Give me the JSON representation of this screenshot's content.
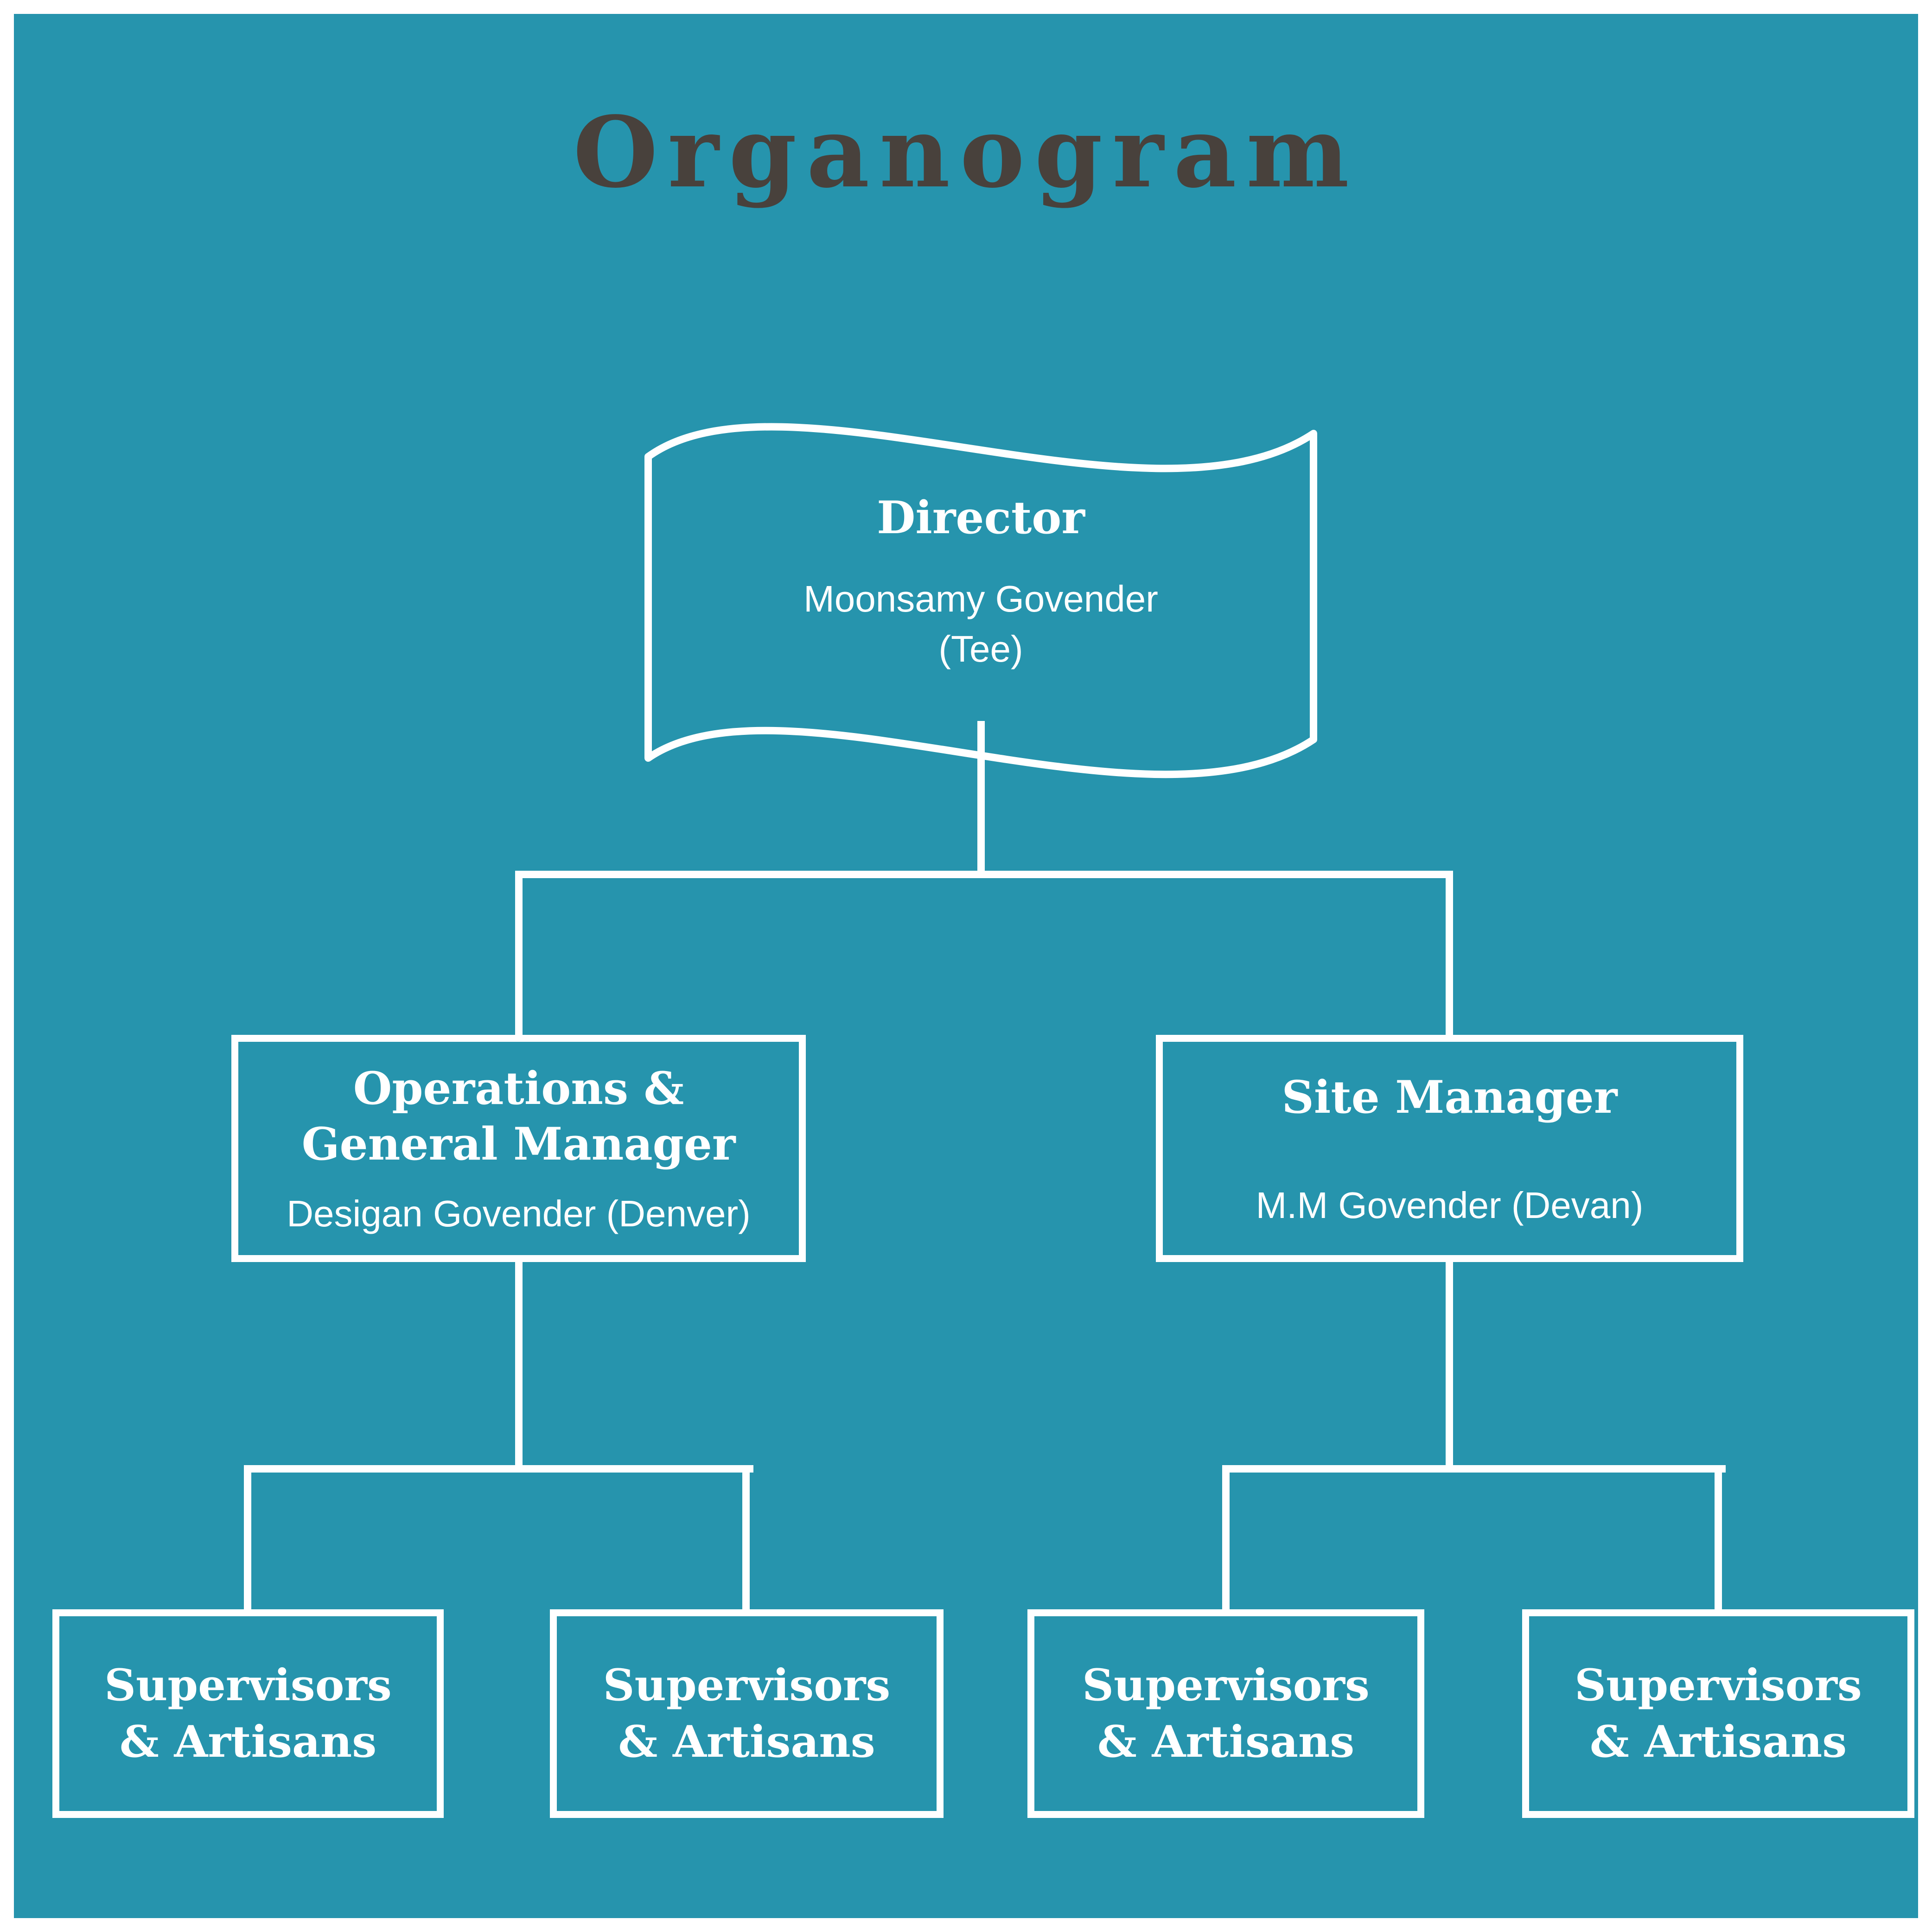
{
  "title": "Organogram",
  "director": {
    "role": "Director",
    "name": "Moonsamy Govender",
    "alias": "(Tee)"
  },
  "operations_manager": {
    "role_line1": "Operations &",
    "role_line2": "General Manager",
    "name": "Desigan Govender (Denver)"
  },
  "site_manager": {
    "role": "Site Manager",
    "name": "M.M Govender (Devan)"
  },
  "supervisors": [
    {
      "line1": "Supervisors",
      "line2": "& Artisans"
    },
    {
      "line1": "Supervisors",
      "line2": "& Artisans"
    },
    {
      "line1": "Supervisors",
      "line2": "& Artisans"
    },
    {
      "line1": "Supervisors",
      "line2": "& Artisans"
    }
  ],
  "colors": {
    "background": "#2694ad",
    "title_text": "#48413c",
    "line": "#ffffff"
  }
}
